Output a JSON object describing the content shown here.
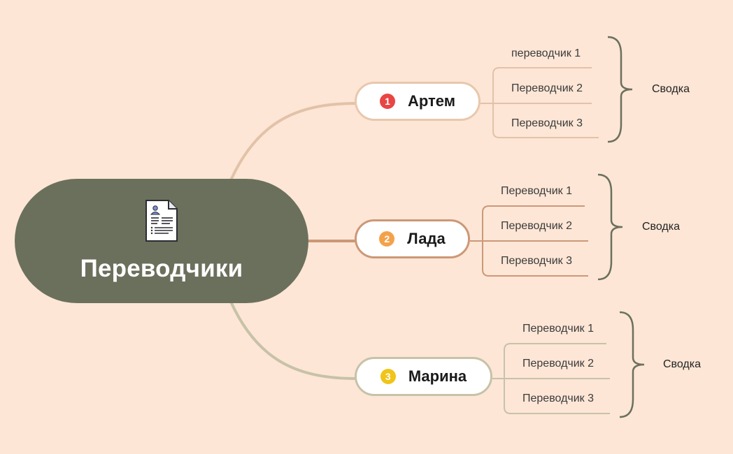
{
  "central": {
    "title": "Переводчики",
    "icon": "document-profile-icon"
  },
  "branches": [
    {
      "number": "1",
      "label": "Артем",
      "badge_color": "#e84545",
      "line_color": "#e2c2a8",
      "leaves": [
        "переводчик 1",
        "Переводчик 2",
        "Переводчик 3"
      ],
      "summary": "Сводка"
    },
    {
      "number": "2",
      "label": "Лада",
      "badge_color": "#f3a24a",
      "line_color": "#cc9877",
      "leaves": [
        "Переводчик 1",
        "Переводчик 2",
        "Переводчик 3"
      ],
      "summary": "Сводка"
    },
    {
      "number": "3",
      "label": "Марина",
      "badge_color": "#f0c419",
      "line_color": "#c7c2a8",
      "leaves": [
        "Переводчик 1",
        "Переводчик 2",
        "Переводчик 3"
      ],
      "summary": "Сводка"
    }
  ],
  "colors": {
    "background": "#fde6d6",
    "central": "#6b705c",
    "brace": "#6b705c"
  }
}
